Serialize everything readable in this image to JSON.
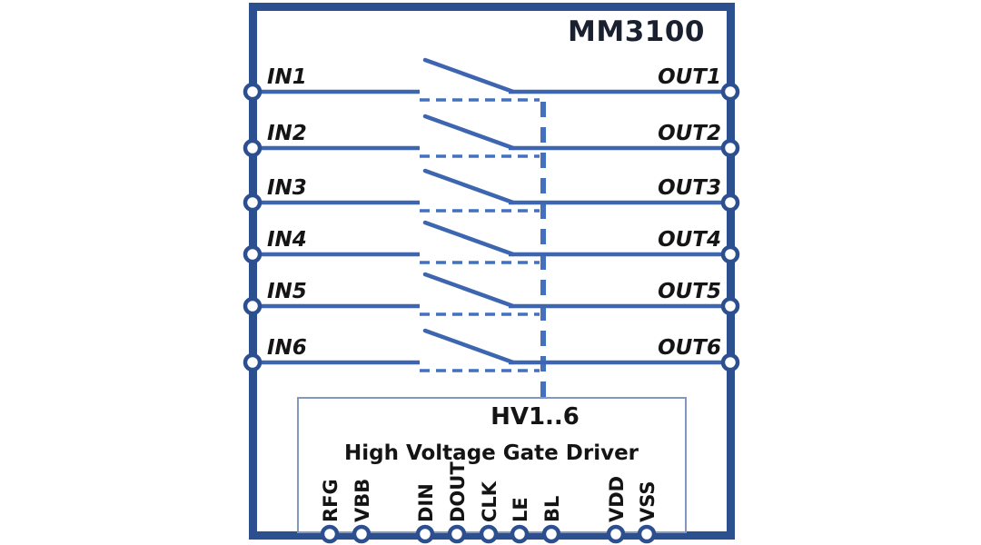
{
  "title": "MM3100",
  "channels": [
    {
      "input": "IN1",
      "output": "OUT1"
    },
    {
      "input": "IN2",
      "output": "OUT2"
    },
    {
      "input": "IN3",
      "output": "OUT3"
    },
    {
      "input": "IN4",
      "output": "OUT4"
    },
    {
      "input": "IN5",
      "output": "OUT5"
    },
    {
      "input": "IN6",
      "output": "OUT6"
    }
  ],
  "gate_driver": {
    "signal_label": "HV1..6",
    "name": "High Voltage Gate Driver",
    "pins": [
      "RFG",
      "VBB",
      "DIN",
      "DOUT",
      "CLK",
      "LE",
      "BL",
      "VDD",
      "VSS"
    ]
  },
  "colors": {
    "chip_border": "#2c4f90",
    "signal_line": "#3d65b0",
    "control_dash": "#4470be",
    "pin_ring": "#2c4f90",
    "driver_box_border": "#8198c0",
    "title_ink": "#1a2030",
    "io_label_ink": "#151515"
  }
}
